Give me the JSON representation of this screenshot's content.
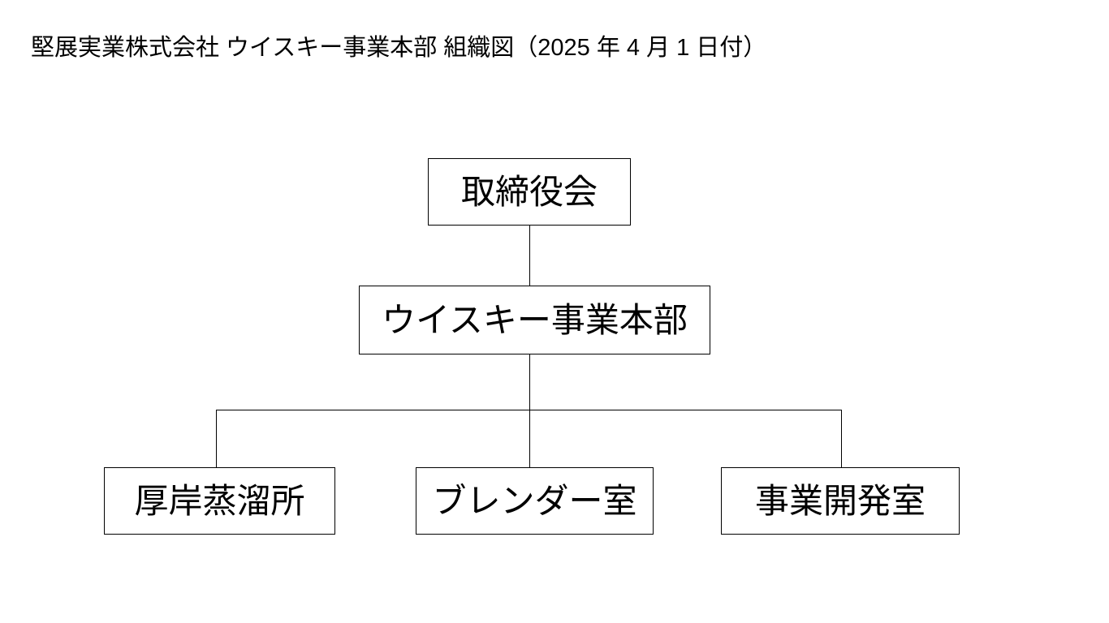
{
  "page": {
    "title": "堅展実業株式会社 ウイスキー事業本部 組織図（2025 年 4 月 1 日付）"
  },
  "org_chart": {
    "root": {
      "label": "取締役会"
    },
    "division": {
      "label": "ウイスキー事業本部"
    },
    "departments": [
      {
        "label": "厚岸蒸溜所"
      },
      {
        "label": "ブレンダー室"
      },
      {
        "label": "事業開発室"
      }
    ]
  },
  "colors": {
    "background": "#ffffff",
    "box_border": "#000000",
    "connector_line": "#000000",
    "text": "#000000"
  }
}
